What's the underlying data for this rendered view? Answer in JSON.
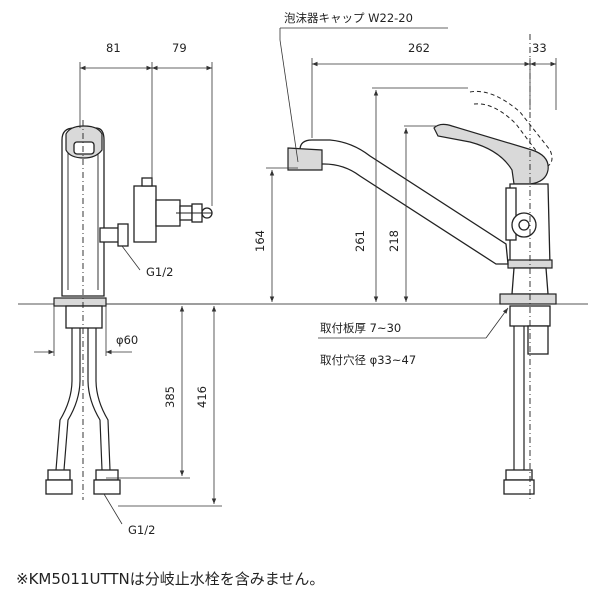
{
  "labels": {
    "aerator_cap": "泡沫器キャップ W22-20",
    "mount_plate_thickness": "取付板厚 7~30",
    "mount_hole_diameter": "取付穴径 φ33~47",
    "thread_upper": "G1/2",
    "thread_lower": "G1/2",
    "base_diameter": "φ60"
  },
  "dimensions": {
    "side_left_width": "81",
    "side_right_width": "79",
    "spout_reach": "262",
    "handle_offset": "33",
    "spout_height": "164",
    "body_height_261": "261",
    "body_height_218": "218",
    "under_385": "385",
    "under_416": "416"
  },
  "note": "※KM5011UTTNは分岐止水栓を含みません。"
}
